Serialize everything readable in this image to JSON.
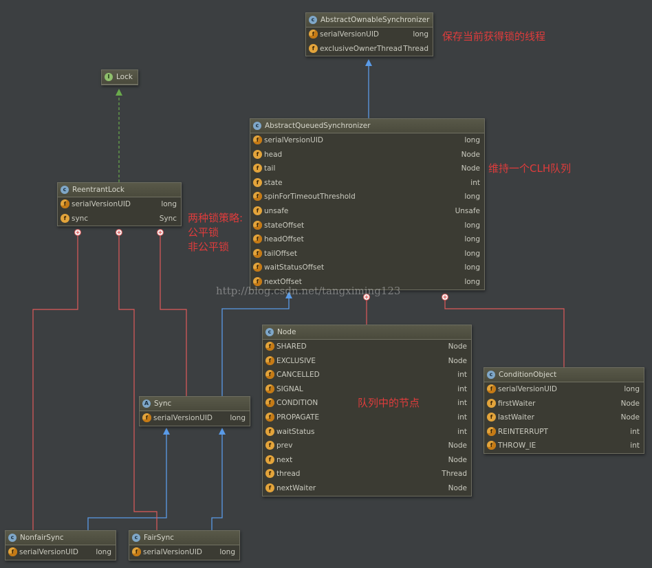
{
  "classes": {
    "aos": {
      "name": "AbstractOwnableSynchronizer",
      "kind": "class-icon",
      "fields": [
        {
          "name": "serialVersionUID",
          "type": "long",
          "icon": "static-field-icon"
        },
        {
          "name": "exclusiveOwnerThread",
          "type": "Thread",
          "icon": "field-icon"
        }
      ]
    },
    "lock": {
      "name": "Lock",
      "kind": "interface-icon",
      "fields": []
    },
    "aqs": {
      "name": "AbstractQueuedSynchronizer",
      "kind": "class-icon",
      "fields": [
        {
          "name": "serialVersionUID",
          "type": "long",
          "icon": "static-field-icon"
        },
        {
          "name": "head",
          "type": "Node",
          "icon": "field-icon"
        },
        {
          "name": "tail",
          "type": "Node",
          "icon": "field-icon"
        },
        {
          "name": "state",
          "type": "int",
          "icon": "field-icon"
        },
        {
          "name": "spinForTimeoutThreshold",
          "type": "long",
          "icon": "static-field-icon"
        },
        {
          "name": "unsafe",
          "type": "Unsafe",
          "icon": "field-icon"
        },
        {
          "name": "stateOffset",
          "type": "long",
          "icon": "static-field-icon"
        },
        {
          "name": "headOffset",
          "type": "long",
          "icon": "static-field-icon"
        },
        {
          "name": "tailOffset",
          "type": "long",
          "icon": "static-field-icon"
        },
        {
          "name": "waitStatusOffset",
          "type": "long",
          "icon": "static-field-icon"
        },
        {
          "name": "nextOffset",
          "type": "long",
          "icon": "static-field-icon"
        }
      ]
    },
    "reentrant": {
      "name": "ReentrantLock",
      "kind": "class-icon",
      "fields": [
        {
          "name": "serialVersionUID",
          "type": "long",
          "icon": "static-field-icon"
        },
        {
          "name": "sync",
          "type": "Sync",
          "icon": "field-icon"
        }
      ]
    },
    "node": {
      "name": "Node",
      "kind": "class-icon",
      "fields": [
        {
          "name": "SHARED",
          "type": "Node",
          "icon": "static-field-icon"
        },
        {
          "name": "EXCLUSIVE",
          "type": "Node",
          "icon": "static-field-icon"
        },
        {
          "name": "CANCELLED",
          "type": "int",
          "icon": "static-field-icon"
        },
        {
          "name": "SIGNAL",
          "type": "int",
          "icon": "static-field-icon"
        },
        {
          "name": "CONDITION",
          "type": "int",
          "icon": "static-field-icon"
        },
        {
          "name": "PROPAGATE",
          "type": "int",
          "icon": "static-field-icon"
        },
        {
          "name": "waitStatus",
          "type": "int",
          "icon": "field-icon"
        },
        {
          "name": "prev",
          "type": "Node",
          "icon": "field-icon"
        },
        {
          "name": "next",
          "type": "Node",
          "icon": "field-icon"
        },
        {
          "name": "thread",
          "type": "Thread",
          "icon": "field-icon"
        },
        {
          "name": "nextWaiter",
          "type": "Node",
          "icon": "field-icon"
        }
      ]
    },
    "cond": {
      "name": "ConditionObject",
      "kind": "class-icon",
      "fields": [
        {
          "name": "serialVersionUID",
          "type": "long",
          "icon": "static-field-icon"
        },
        {
          "name": "firstWaiter",
          "type": "Node",
          "icon": "field-icon"
        },
        {
          "name": "lastWaiter",
          "type": "Node",
          "icon": "field-icon"
        },
        {
          "name": "REINTERRUPT",
          "type": "int",
          "icon": "static-field-icon"
        },
        {
          "name": "THROW_IE",
          "type": "int",
          "icon": "static-field-icon"
        }
      ]
    },
    "sync": {
      "name": "Sync",
      "kind": "abstract-class-icon",
      "fields": [
        {
          "name": "serialVersionUID",
          "type": "long",
          "icon": "static-field-icon"
        }
      ]
    },
    "nonfair": {
      "name": "NonfairSync",
      "kind": "class-icon",
      "fields": [
        {
          "name": "serialVersionUID",
          "type": "long",
          "icon": "static-field-icon"
        }
      ]
    },
    "fair": {
      "name": "FairSync",
      "kind": "class-icon",
      "fields": [
        {
          "name": "serialVersionUID",
          "type": "long",
          "icon": "static-field-icon"
        }
      ]
    }
  },
  "notes": {
    "owner_thread": "保存当前获得锁的线程",
    "clh_queue": "维持一个CLH队列",
    "strategy_line1": "两种锁策略:",
    "strategy_line2": "公平锁",
    "strategy_line3": "非公平锁",
    "queue_node": "队列中的节点"
  },
  "watermark": "http://blog.csdn.net/tangximing123",
  "colors": {
    "background": "#3c3f41",
    "inheritance_arrow": "#5a9be8",
    "interface_arrow": "#6aaa4c",
    "inner_class_link": "#e05a5a",
    "note_text": "#e03c3c"
  }
}
